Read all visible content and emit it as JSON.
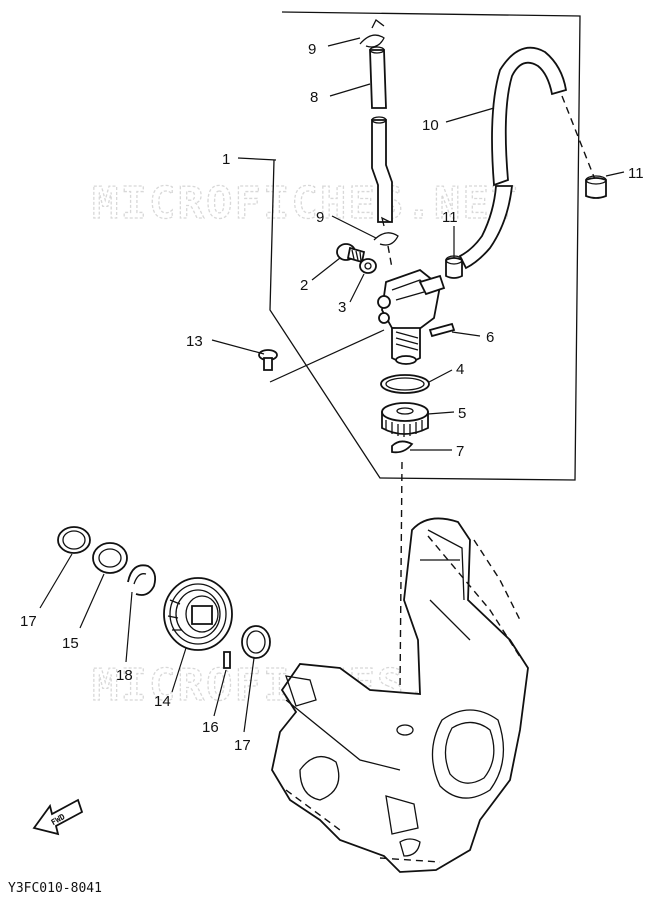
{
  "watermarks": [
    "MICROFICHES.NET",
    "MICROFICHES.NET"
  ],
  "diagram_code": "Y3FC010-8041",
  "fwd_arrow_label": "FWD",
  "callouts": {
    "c1": "1",
    "c2": "2",
    "c3": "3",
    "c4": "4",
    "c5": "5",
    "c6": "6",
    "c7": "7",
    "c8": "8",
    "c9a": "9",
    "c9b": "9",
    "c10": "10",
    "c11a": "11",
    "c11b": "11",
    "c13": "13",
    "c14": "14",
    "c15": "15",
    "c16": "16",
    "c17a": "17",
    "c17b": "17",
    "c18": "18"
  }
}
